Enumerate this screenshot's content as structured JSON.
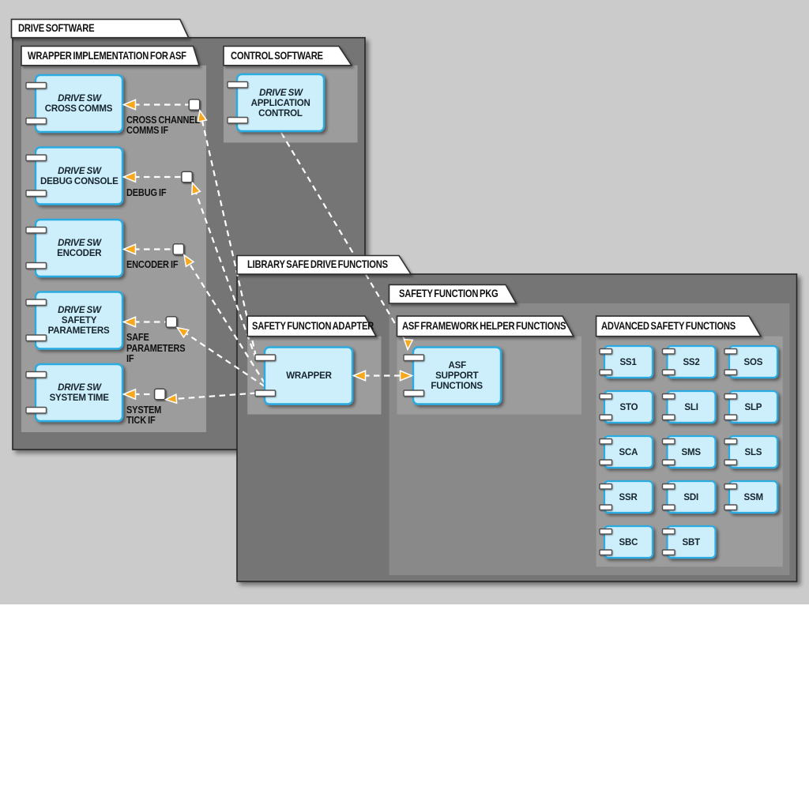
{
  "colors": {
    "canvas_bg": "#cbcbcb",
    "page_bg": "#ffffff",
    "outer_package": "#747474",
    "mid_package": "#898989",
    "inner_package": "#9c9c9c",
    "tab_fill": "#ffffff",
    "tab_border": "#2e2e2e",
    "component_fill": "#cdeefb",
    "component_border": "#29abe2",
    "port_fill": "#ffffff",
    "port_border": "#757575",
    "connector": "#ffffff",
    "interface_node": "#ffffff",
    "arrow": "#f7a81d",
    "text": "#111111"
  },
  "packages": {
    "drive_software": {
      "label": "DRIVE SOFTWARE"
    },
    "wrapper_implementation": {
      "label": "WRAPPER IMPLEMENTATION FOR ASF"
    },
    "control_software": {
      "label": "CONTROL SOFTWARE"
    },
    "library_safe_drive_functions": {
      "label": "LIBRARY SAFE DRIVE FUNCTIONS"
    },
    "safety_function_pkg": {
      "label": "SAFETY FUNCTION PKG"
    },
    "safety_function_adapter": {
      "label": "SAFETY FUNCTION ADAPTER"
    },
    "asf_framework_helper_functions": {
      "label": "ASF FRAMEWORK HELPER FUNCTIONS"
    },
    "advanced_safety_functions": {
      "label": "ADVANCED SAFETY FUNCTIONS"
    }
  },
  "components": {
    "cross_comms": {
      "lines": [
        "DRIVE SW",
        "CROSS COMMS"
      ]
    },
    "debug_console": {
      "lines": [
        "DRIVE SW",
        "DEBUG CONSOLE"
      ]
    },
    "encoder": {
      "lines": [
        "DRIVE SW",
        "ENCODER"
      ]
    },
    "safety_parameters": {
      "lines": [
        "DRIVE SW",
        "SAFETY",
        "PARAMETERS"
      ]
    },
    "system_time": {
      "lines": [
        "DRIVE SW",
        "SYSTEM TIME"
      ]
    },
    "application_control": {
      "lines": [
        "DRIVE SW",
        "APPLICATION",
        "CONTROL"
      ]
    },
    "wrapper": {
      "lines": [
        "WRAPPER"
      ]
    },
    "asf_support_functions": {
      "lines": [
        "ASF",
        "SUPPORT",
        "FUNCTIONS"
      ]
    },
    "advanced_grid": [
      "SS1",
      "SS2",
      "SOS",
      "STO",
      "SLI",
      "SLP",
      "SCA",
      "SMS",
      "SLS",
      "SSR",
      "SDI",
      "SSM",
      "SBC",
      "SBT"
    ]
  },
  "interfaces": {
    "cross_channel_comms_if": {
      "lines": [
        "CROSS CHANNEL",
        "COMMS IF"
      ]
    },
    "debug_if": {
      "lines": [
        "DEBUG IF"
      ]
    },
    "encoder_if": {
      "lines": [
        "ENCODER IF"
      ]
    },
    "safe_parameters_if": {
      "lines": [
        "SAFE",
        "PARAMETERS",
        "IF"
      ]
    },
    "system_tick_if": {
      "lines": [
        "SYSTEM",
        "TICK IF"
      ]
    }
  }
}
